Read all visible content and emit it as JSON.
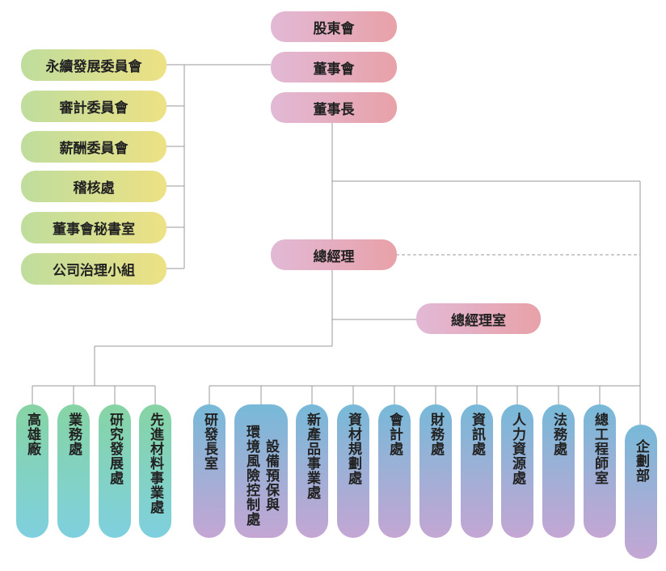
{
  "top": {
    "shareholders": "股東會",
    "board": "董事會",
    "chairman": "董事長",
    "president": "總經理",
    "president_office": "總經理室"
  },
  "committees": [
    "永續發展委員會",
    "審計委員會",
    "薪酬委員會",
    "稽核處",
    "董事會秘書室",
    "公司治理小組"
  ],
  "plants": [
    "高雄廠",
    "業務處",
    "研究發展處",
    "先進材料事業處"
  ],
  "departments": [
    "研發長室",
    "設備預保與",
    "環境風險控制處",
    "新產品事業處",
    "資材規劃處",
    "會計處",
    "財務處",
    "資訊處",
    "人力資源處",
    "法務處",
    "總工程師室"
  ],
  "planning": "企劃部",
  "colors": {
    "top_gradient": [
      "#e2b9d6",
      "#e8a1a8"
    ],
    "committee_gradient": [
      "#bfdd9d",
      "#ede184"
    ],
    "plant_gradient": [
      "#86d4a4",
      "#7fd0df"
    ],
    "dept_gradient": [
      "#77b9d8",
      "#c4a6d4"
    ],
    "line": "#9a9a9a"
  }
}
